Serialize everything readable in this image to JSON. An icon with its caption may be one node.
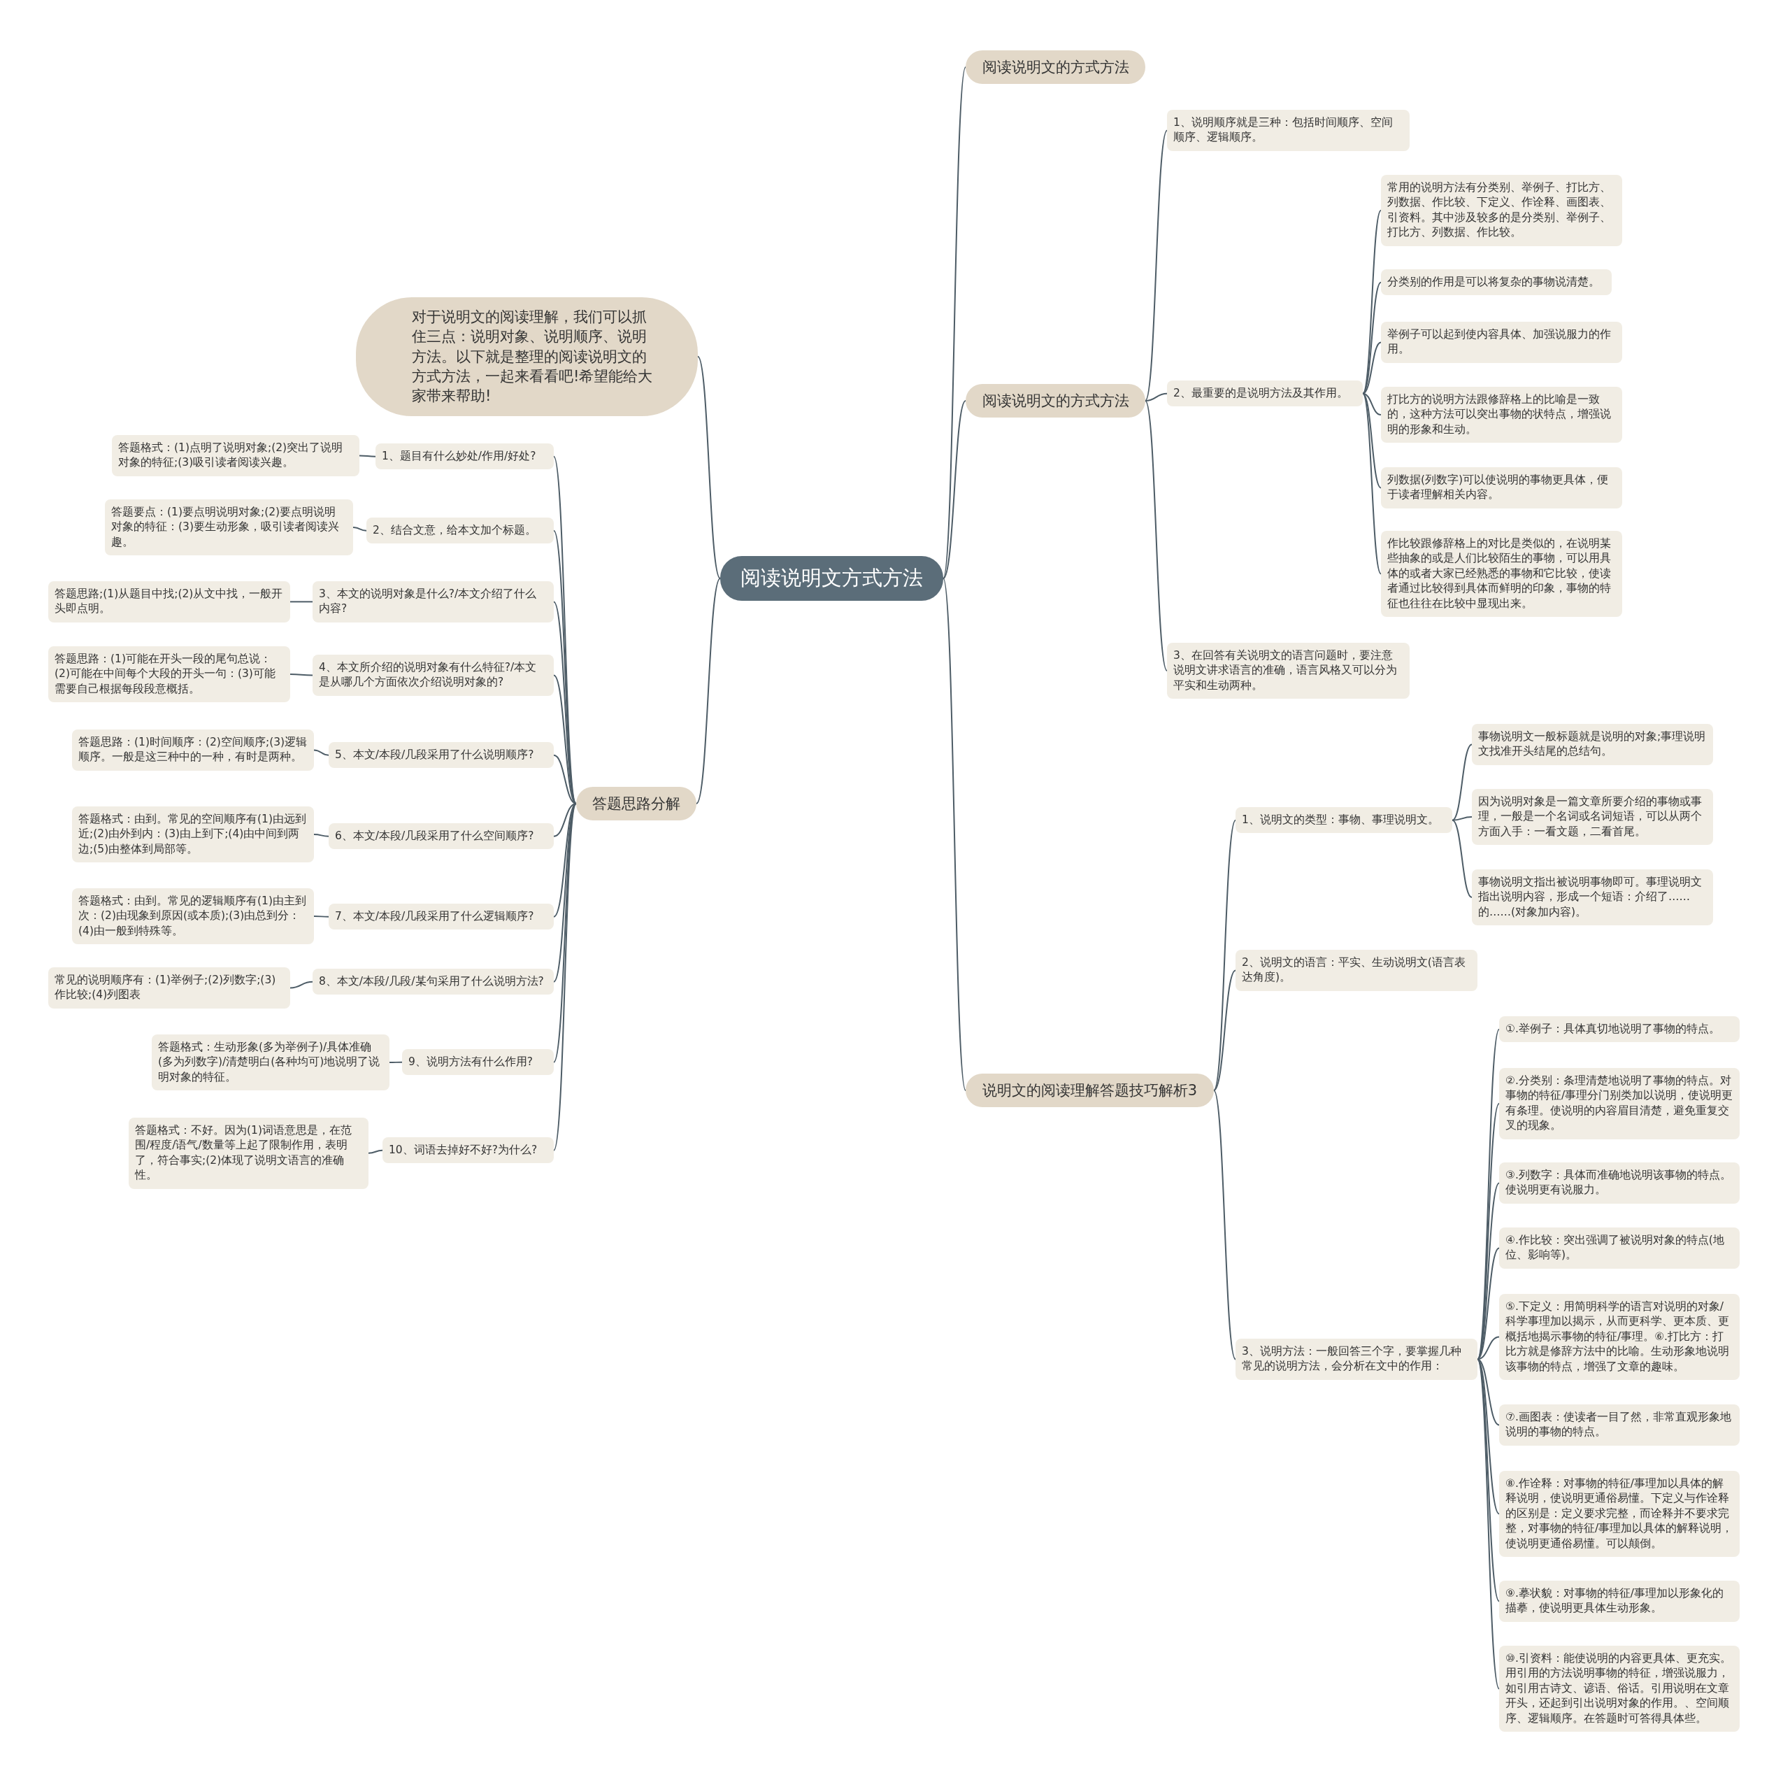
{
  "diagram": {
    "nodes": [
      {
        "text": [
          "阅读说明文方式方法"
        ]
      },
      {
        "text": [
          "阅读说明文的方式方法"
        ]
      },
      {
        "text": [
          "对于说明文的阅读理解，我们可以抓住三点：说明对象、说明顺序、说明方法。以下就是整理的阅读说明文的方式方法，一起来看看吧!希望能给大家带来帮助!"
        ]
      },
      {
        "text": [
          "阅读说明文的方式方法"
        ]
      },
      {
        "text": [
          "1、说明顺序就是三种：包括时间顺序、空间顺序、逻辑顺序。"
        ]
      },
      {
        "text": [
          "2、最重要的是说明方法及其作用。"
        ]
      },
      {
        "text": [
          "常用的说明方法有分类别、举例子、打比方、列数据、作比较、下定义、作诠释、画图表、引资料。其中涉及较多的是分类别、举例子、打比方、列数据、作比较。"
        ]
      },
      {
        "text": [
          "分类别的作用是可以将复杂的事物说清楚。"
        ]
      },
      {
        "text": [
          "举例子可以起到使内容具体、加强说服力的作用。"
        ]
      },
      {
        "text": [
          "打比方的说明方法跟修辞格上的比喻是一致的，这种方法可以突出事物的状特点，增强说明的形象和生动。"
        ]
      },
      {
        "text": [
          "列数据(列数字)可以使说明的事物更具体，便于读者理解相关内容。"
        ]
      },
      {
        "text": [
          "作比较跟修辞格上的对比是类似的，在说明某些抽象的或是人们比较陌生的事物，可以用具体的或者大家已经熟悉的事物和它比较，使读者通过比较得到具体而鲜明的印象，事物的特征也往往在比较中显现出来。"
        ]
      },
      {
        "text": [
          "3、在回答有关说明文的语言问题时，要注意说明文讲求语言的准确，语言风格又可以分为平实和生动两种。"
        ]
      },
      {
        "text": [
          "说明文的阅读理解答题技巧解析3"
        ]
      },
      {
        "text": [
          "1、说明文的类型：事物、事理说明文。"
        ]
      },
      {
        "text": [
          "事物说明文一般标题就是说明的对象;事理说明文找准开头结尾的总结句。"
        ]
      },
      {
        "text": [
          "因为说明对象是一篇文章所要介绍的事物或事理，一般是一个名词或名词短语，可以从两个方面入手：一看文题，二看首尾。"
        ]
      },
      {
        "text": [
          "事物说明文指出被说明事物即可。事理说明文指出说明内容，形成一个短语：介绍了……的……(对象加内容)。"
        ]
      },
      {
        "text": [
          "2、说明文的语言：平实、生动说明文(语言表达角度)。"
        ]
      },
      {
        "text": [
          "3、说明方法：一般回答三个字，要掌握几种常见的说明方法，会分析在文中的作用："
        ]
      },
      {
        "text": [
          "①.举例子：具体真切地说明了事物的特点。"
        ]
      },
      {
        "text": [
          "②.分类别：条理清楚地说明了事物的特点。对事物的特征/事理分门别类加以说明，使说明更有条理。使说明的内容眉目清楚，避免重复交叉的现象。"
        ]
      },
      {
        "text": [
          "③.列数字：具体而准确地说明该事物的特点。使说明更有说服力。"
        ]
      },
      {
        "text": [
          "④.作比较：突出强调了被说明对象的特点(地位、影响等)。"
        ]
      },
      {
        "text": [
          "⑤.下定义：用简明科学的语言对说明的对象/科学事理加以揭示，从而更科学、更本质、更概括地揭示事物的特征/事理。⑥.打比方：打比方就是修辞方法中的比喻。生动形象地说明该事物的特点，增强了文章的趣味。"
        ]
      },
      {
        "text": [
          "⑦.画图表：使读者一目了然，非常直观形象地说明的事物的特点。"
        ]
      },
      {
        "text": [
          "⑧.作诠释：对事物的特征/事理加以具体的解释说明，使说明更通俗易懂。下定义与作诠释的区别是：定义要求完整，而诠释并不要求完整，对事物的特征/事理加以具体的解释说明，使说明更通俗易懂。可以颠倒。"
        ]
      },
      {
        "text": [
          "⑨.摹状貌：对事物的特征/事理加以形象化的描摹，使说明更具体生动形象。"
        ]
      },
      {
        "text": [
          "⑩.引资料：能使说明的内容更具体、更充实。用引用的方法说明事物的特征，增强说服力，如引用古诗文、谚语、俗话。引用说明在文章开头，还起到引出说明对象的作用。、空间顺序、逻辑顺序。在答题时可答得具体些。"
        ]
      },
      {
        "text": [
          "答题思路分解"
        ]
      },
      {
        "text": [
          "1、题目有什么妙处/作用/好处?"
        ]
      },
      {
        "text": [
          "答题格式：(1)点明了说明对象;(2)突出了说明对象的特征;(3)吸引读者阅读兴趣。"
        ]
      },
      {
        "text": [
          "2、结合文意，给本文加个标题。"
        ]
      },
      {
        "text": [
          "答题要点：(1)要点明说明对象;(2)要点明说明对象的特征：(3)要生动形象，吸引读者阅读兴趣。"
        ]
      },
      {
        "text": [
          "3、本文的说明对象是什么?/本文介绍了什么内容?"
        ]
      },
      {
        "text": [
          "答题思路;(1)从题目中找;(2)从文中找，一般开头即点明。"
        ]
      },
      {
        "text": [
          "4、本文所介绍的说明对象有什么特征?/本文是从哪几个方面依次介绍说明对象的?"
        ]
      },
      {
        "text": [
          "答题思路：(1)可能在开头一段的尾句总说：(2)可能在中间每个大段的开头一句：(3)可能需要自己根据每段段意概括。"
        ]
      },
      {
        "text": [
          "5、本文/本段/几段采用了什么说明顺序?"
        ]
      },
      {
        "text": [
          "答题思路：(1)时间顺序：(2)空间顺序;(3)逻辑顺序。一般是这三种中的一种，有时是两种。"
        ]
      },
      {
        "text": [
          "6、本文/本段/几段采用了什么空间顺序?"
        ]
      },
      {
        "text": [
          "答题格式：由到。常见的空间顺序有(1)由远到近;(2)由外到内：(3)由上到下;(4)由中间到两边;(5)由整体到局部等。"
        ]
      },
      {
        "text": [
          "7、本文/本段/几段采用了什么逻辑顺序?"
        ]
      },
      {
        "text": [
          "答题格式：由到。常见的逻辑顺序有(1)由主到次：(2)由现象到原因(或本质);(3)由总到分：(4)由一般到特殊等。"
        ]
      },
      {
        "text": [
          "8、本文/本段/几段/某句采用了什么说明方法?"
        ]
      },
      {
        "text": [
          "常见的说明顺序有：(1)举例子;(2)列数字;(3)作比较;(4)列图表"
        ]
      },
      {
        "text": [
          "9、说明方法有什么作用?"
        ]
      },
      {
        "text": [
          "答题格式：生动形象(多为举例子)/具体准确(多为列数字)/清楚明白(各种均可)地说明了说明对象的特征。"
        ]
      },
      {
        "text": [
          "10、词语去掉好不好?为什么?"
        ]
      },
      {
        "text": [
          "答题格式：不好。因为(1)词语意思是，在范围/程度/语气/数量等上起了限制作用，表明了，符合事实;(2)体现了说明文语言的准确性。"
        ]
      }
    ],
    "edges": [
      {
        "from": 0,
        "to": 1,
        "arrow": "none"
      },
      {
        "from": 0,
        "to": 2,
        "arrow": "none"
      },
      {
        "from": 0,
        "to": 3,
        "arrow": "none"
      },
      {
        "from": 0,
        "to": 29,
        "arrow": "none"
      },
      {
        "from": 0,
        "to": 13,
        "arrow": "none"
      },
      {
        "from": 3,
        "to": 4,
        "arrow": "none"
      },
      {
        "from": 3,
        "to": 5,
        "arrow": "none"
      },
      {
        "from": 3,
        "to": 12,
        "arrow": "none"
      },
      {
        "from": 5,
        "to": 6,
        "arrow": "none"
      },
      {
        "from": 5,
        "to": 7,
        "arrow": "none"
      },
      {
        "from": 5,
        "to": 8,
        "arrow": "none"
      },
      {
        "from": 5,
        "to": 9,
        "arrow": "none"
      },
      {
        "from": 5,
        "to": 10,
        "arrow": "none"
      },
      {
        "from": 5,
        "to": 11,
        "arrow": "none"
      },
      {
        "from": 13,
        "to": 14,
        "arrow": "none"
      },
      {
        "from": 13,
        "to": 18,
        "arrow": "none"
      },
      {
        "from": 13,
        "to": 19,
        "arrow": "none"
      },
      {
        "from": 14,
        "to": 15,
        "arrow": "none"
      },
      {
        "from": 14,
        "to": 16,
        "arrow": "none"
      },
      {
        "from": 14,
        "to": 17,
        "arrow": "none"
      },
      {
        "from": 19,
        "to": 20,
        "arrow": "none"
      },
      {
        "from": 19,
        "to": 21,
        "arrow": "none"
      },
      {
        "from": 19,
        "to": 22,
        "arrow": "none"
      },
      {
        "from": 19,
        "to": 23,
        "arrow": "none"
      },
      {
        "from": 19,
        "to": 24,
        "arrow": "none"
      },
      {
        "from": 19,
        "to": 25,
        "arrow": "none"
      },
      {
        "from": 19,
        "to": 26,
        "arrow": "none"
      },
      {
        "from": 19,
        "to": 27,
        "arrow": "none"
      },
      {
        "from": 19,
        "to": 28,
        "arrow": "none"
      },
      {
        "from": 29,
        "to": 30,
        "arrow": "none"
      },
      {
        "from": 29,
        "to": 32,
        "arrow": "none"
      },
      {
        "from": 29,
        "to": 34,
        "arrow": "none"
      },
      {
        "from": 29,
        "to": 36,
        "arrow": "none"
      },
      {
        "from": 29,
        "to": 38,
        "arrow": "none"
      },
      {
        "from": 29,
        "to": 40,
        "arrow": "none"
      },
      {
        "from": 29,
        "to": 42,
        "arrow": "none"
      },
      {
        "from": 29,
        "to": 44,
        "arrow": "none"
      },
      {
        "from": 29,
        "to": 46,
        "arrow": "none"
      },
      {
        "from": 29,
        "to": 48,
        "arrow": "none"
      },
      {
        "from": 30,
        "to": 31,
        "arrow": "none"
      },
      {
        "from": 32,
        "to": 33,
        "arrow": "none"
      },
      {
        "from": 34,
        "to": 35,
        "arrow": "none"
      },
      {
        "from": 36,
        "to": 37,
        "arrow": "none"
      },
      {
        "from": 38,
        "to": 39,
        "arrow": "none"
      },
      {
        "from": 40,
        "to": 41,
        "arrow": "none"
      },
      {
        "from": 42,
        "to": 43,
        "arrow": "none"
      },
      {
        "from": 44,
        "to": 45,
        "arrow": "none"
      },
      {
        "from": 46,
        "to": 47,
        "arrow": "none"
      },
      {
        "from": 48,
        "to": 49,
        "arrow": "none"
      }
    ]
  }
}
